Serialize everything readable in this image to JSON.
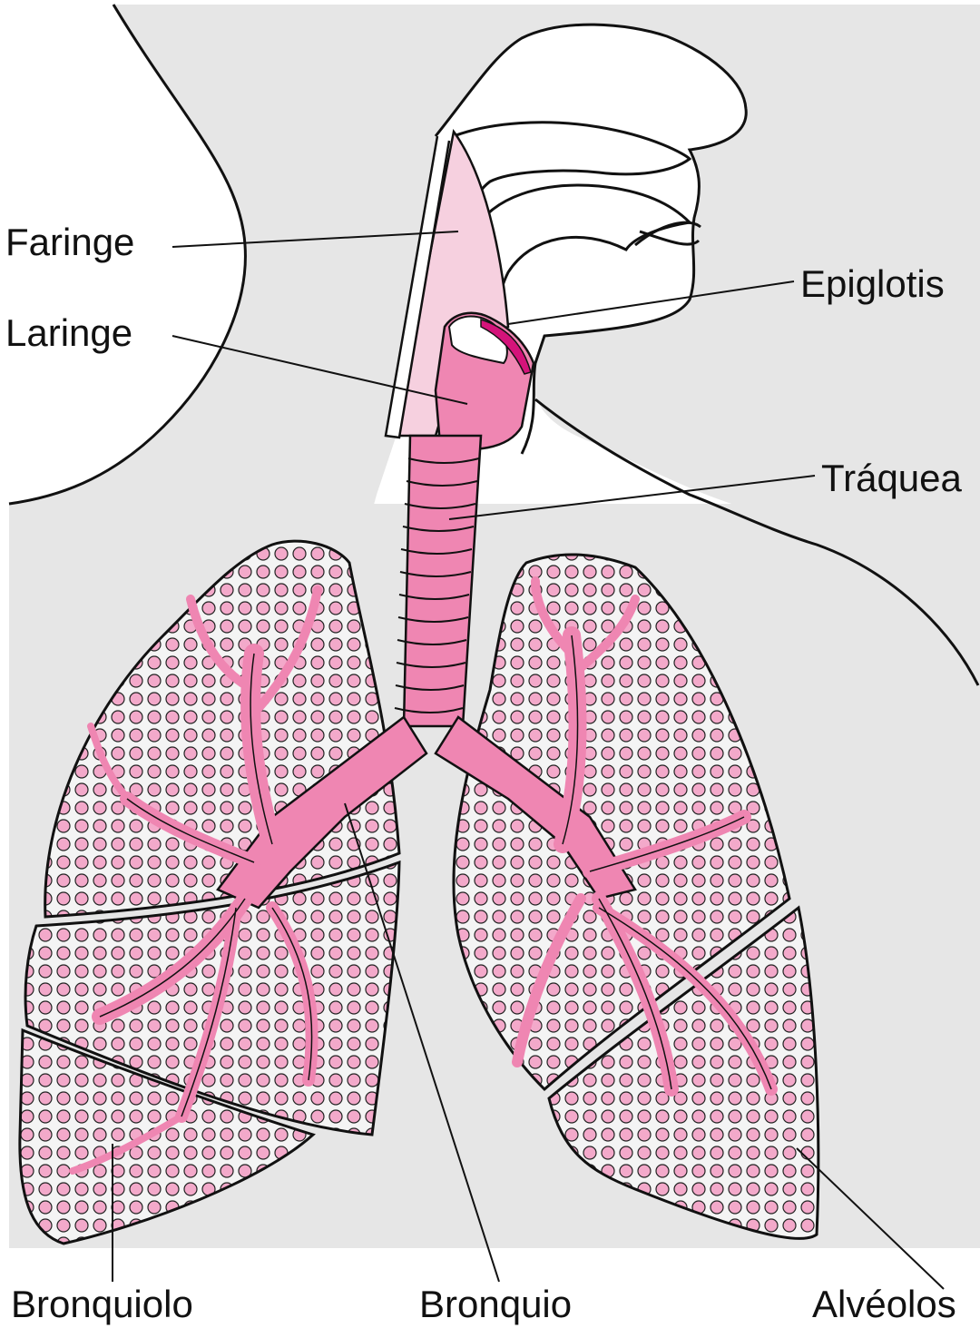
{
  "labels": {
    "faringe": "Faringe",
    "laringe": "Laringe",
    "epiglotis": "Epiglotis",
    "traquea": "Tráquea",
    "bronquiolo": "Bronquiolo",
    "bronquio": "Bronquio",
    "alveolos": "Alvéolos"
  },
  "colors": {
    "background": "#e6e6e6",
    "outline": "#111111",
    "airway_light_pink": "#f6d0df",
    "airway_pink": "#ef86b2",
    "airway_deep_pink": "#e05a98",
    "epiglottis_magenta": "#d4137a",
    "lung_fill": "#f4f4f4",
    "alveoli_pink": "#f3a9ca"
  }
}
